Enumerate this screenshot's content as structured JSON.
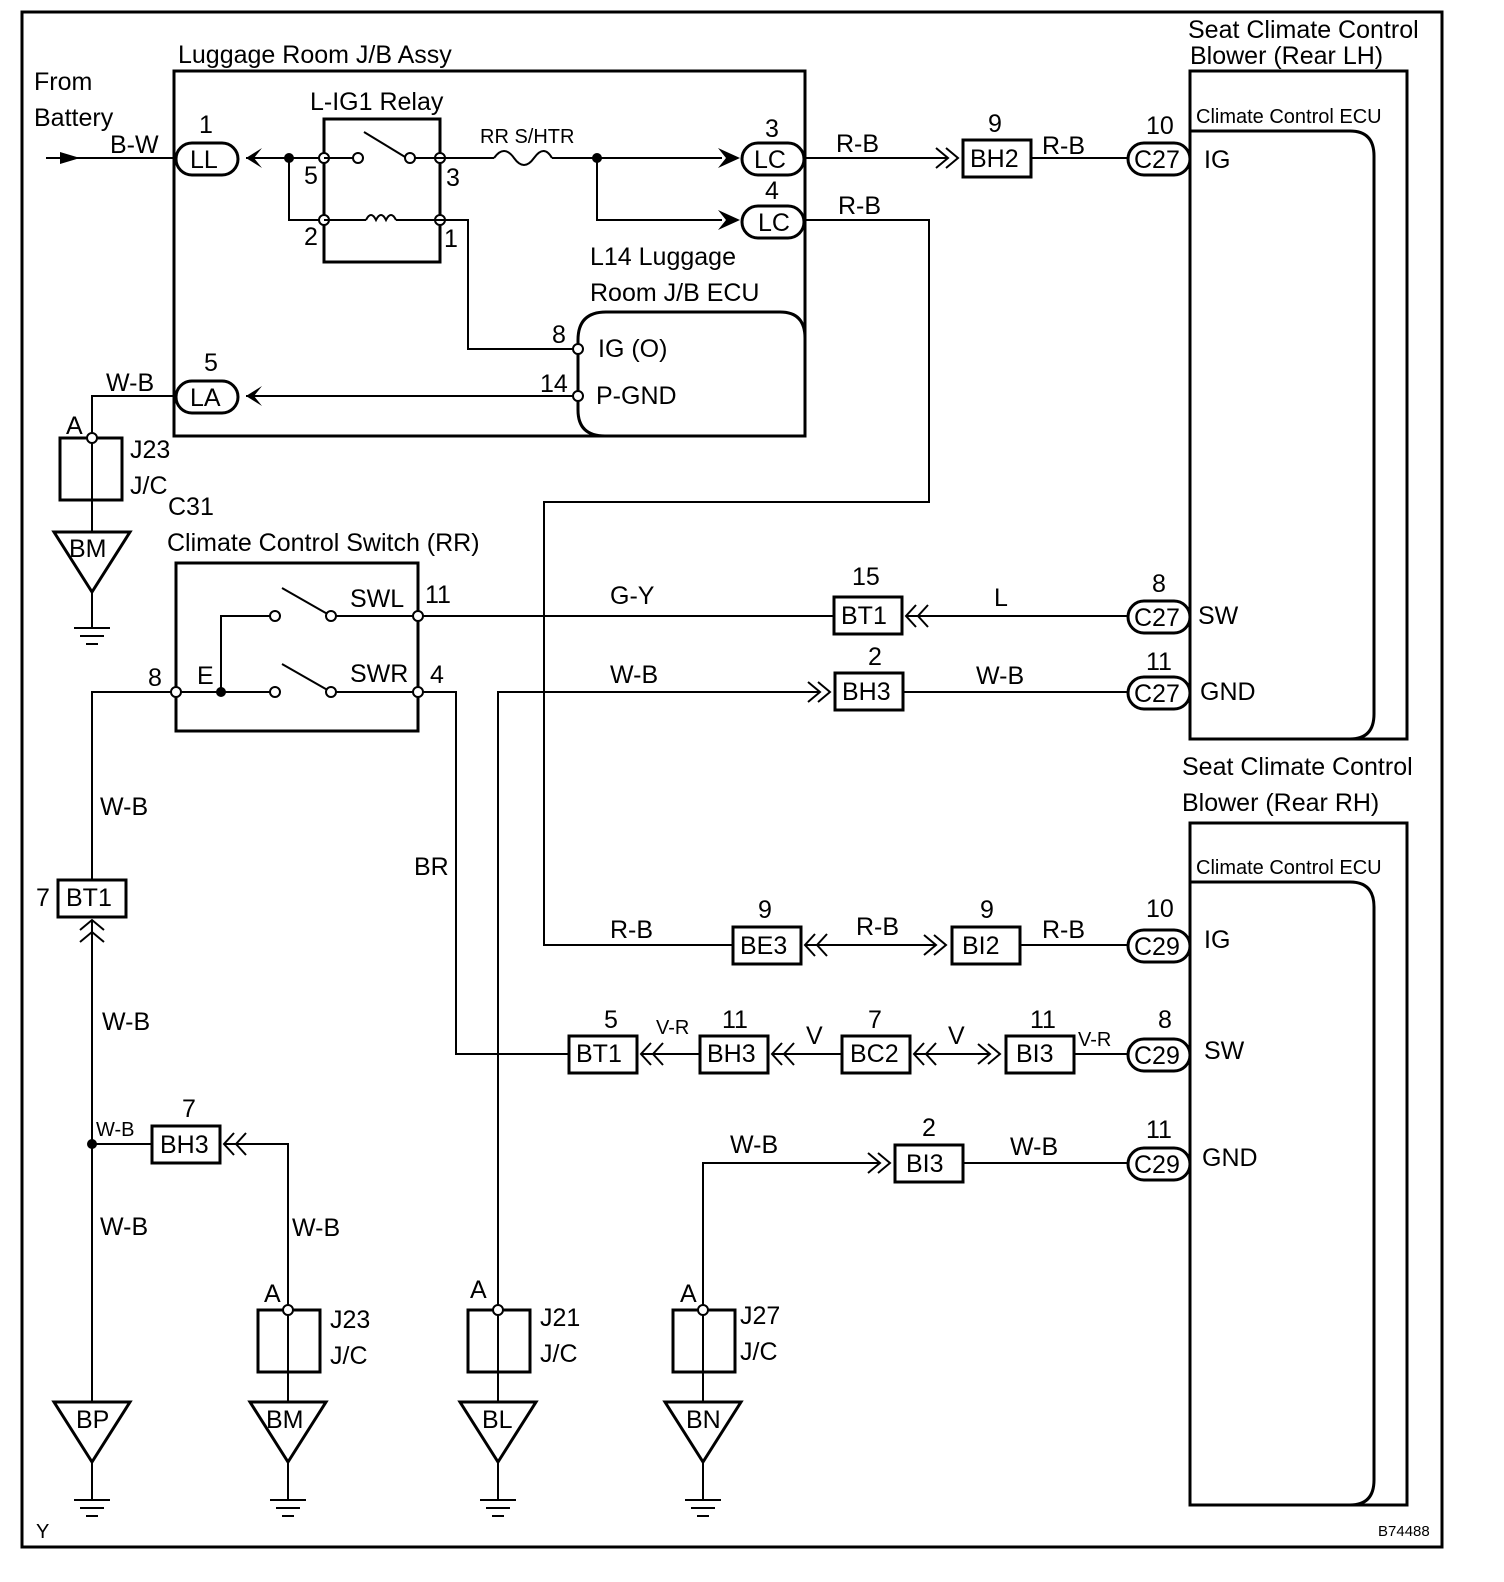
{
  "figure_code": "B74488",
  "corner_mark": "Y",
  "battery": {
    "label_line1": "From",
    "label_line2": "Battery",
    "wire": "B-W"
  },
  "jb_assy": {
    "title": "Luggage Room J/B Assy",
    "relay": {
      "title": "L-IG1 Relay",
      "pin5": "5",
      "pin3": "3",
      "pin2": "2",
      "pin1": "1"
    },
    "fuse": "RR S/HTR",
    "ll": {
      "name": "LL",
      "pin": "1"
    },
    "lc3": {
      "name": "LC",
      "pin": "3"
    },
    "lc4": {
      "name": "LC",
      "pin": "4"
    },
    "la": {
      "name": "LA",
      "pin": "5"
    },
    "ecu": {
      "title_line1": "L14 Luggage",
      "title_line2": "Room J/B ECU",
      "ig_pin": "8",
      "ig_label": "IG (O)",
      "gnd_pin": "14",
      "gnd_label": "P-GND"
    }
  },
  "wires": {
    "wb": "W-B",
    "rb": "R-B",
    "gy": "G-Y",
    "l": "L",
    "br": "BR",
    "v": "V",
    "vr": "V-R"
  },
  "jc_top": {
    "name": "J23",
    "type": "J/C",
    "pin": "A",
    "code": "C31",
    "ground": "BM"
  },
  "climate_switch": {
    "title": "Climate Control Switch (RR)",
    "swl": "SWL",
    "swr": "SWR",
    "e": "E",
    "pin11": "11",
    "pin4": "4",
    "pin8": "8"
  },
  "blower_lh": {
    "title_line1": "Seat Climate Control",
    "title_line2": "Blower (Rear LH)",
    "ecu": "Climate Control ECU",
    "ig": {
      "label": "IG",
      "conn": "C27",
      "pin": "10"
    },
    "sw": {
      "label": "SW",
      "conn": "C27",
      "pin": "8"
    },
    "gnd": {
      "label": "GND",
      "conn": "C27",
      "pin": "11"
    }
  },
  "blower_rh": {
    "title_line1": "Seat Climate Control",
    "title_line2": "Blower (Rear RH)",
    "ecu": "Climate Control ECU",
    "ig": {
      "label": "IG",
      "conn": "C29",
      "pin": "10"
    },
    "sw": {
      "label": "SW",
      "conn": "C29",
      "pin": "8"
    },
    "gnd": {
      "label": "GND",
      "conn": "C29",
      "pin": "11"
    }
  },
  "connectors": {
    "bh2_9": {
      "name": "BH2",
      "pin": "9"
    },
    "bt1_15": {
      "name": "BT1",
      "pin": "15"
    },
    "bh3_2": {
      "name": "BH3",
      "pin": "2"
    },
    "bt1_7": {
      "name": "BT1",
      "pin": "7"
    },
    "bh3_7": {
      "name": "BH3",
      "pin": "7"
    },
    "be3_9": {
      "name": "BE3",
      "pin": "9"
    },
    "bi2_9": {
      "name": "BI2",
      "pin": "9"
    },
    "bt1_5": {
      "name": "BT1",
      "pin": "5"
    },
    "bh3_11": {
      "name": "BH3",
      "pin": "11"
    },
    "bc2_7": {
      "name": "BC2",
      "pin": "7"
    },
    "bi3_11": {
      "name": "BI3",
      "pin": "11"
    },
    "bi3_2": {
      "name": "BI3",
      "pin": "2"
    }
  },
  "bottom_jcs": {
    "j23": {
      "name": "J23",
      "type": "J/C",
      "pin": "A"
    },
    "j21": {
      "name": "J21",
      "type": "J/C",
      "pin": "A"
    },
    "j27": {
      "name": "J27",
      "type": "J/C",
      "pin": "A"
    }
  },
  "grounds": {
    "bp": "BP",
    "bm": "BM",
    "bl": "BL",
    "bn": "BN"
  }
}
